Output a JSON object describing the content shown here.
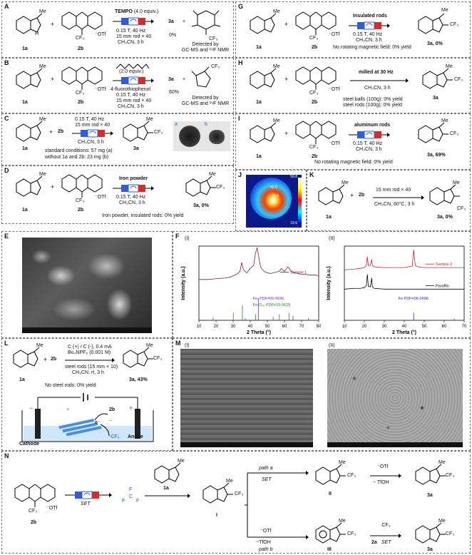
{
  "labels": {
    "indole": "1a",
    "salt": "2b",
    "product": "3a",
    "plus": "+",
    "me": "Me",
    "cf3": "CF₃",
    "otf": "⁻OTf",
    "nh": "H"
  },
  "panelA": {
    "letter": "A",
    "reagent": "TEMPO",
    "equiv": "(4.0 equiv.)",
    "cond1": "0.15 T, 40 Hz",
    "cond2": "15 mm rod × 40",
    "cond3": "CH₃CN, 3 h",
    "yield": "0%",
    "note1": "Detected by",
    "note2": "GC-MS and ¹⁹F NMR"
  },
  "panelB": {
    "letter": "B",
    "equiv": "(2.0 equiv.)",
    "reagent": "4-fluorothiophenol",
    "cond1": "0.15 T, 40 Hz",
    "cond2": "15 mm rod × 40",
    "cond3": "CH₃CN, 3 h",
    "yield": "60%",
    "note1": "Detected by",
    "note2": "GC-MS and ¹⁹F NMR"
  },
  "panelC": {
    "letter": "C",
    "cond1": "0.15 T, 40 Hz",
    "cond2": "15 mm rod × 40",
    "cond3": "CH₃CN, 3 h",
    "note1": "standard conditions: 57 mg (a)",
    "note2": "without 1a and 2b: 23 mg (b)",
    "photo_a": "a",
    "photo_b": "b"
  },
  "panelD": {
    "letter": "D",
    "reagent": "Iron powder",
    "cond1": "0.15 T, 40 Hz",
    "cond2": "CH₃CN, 3 h",
    "product": "3a, 0%",
    "note": "Iron powder, insulated rods: 0% yield"
  },
  "panelE": {
    "letter": "E"
  },
  "panelF": {
    "letter": "F",
    "sub1": "(I)",
    "sub2": "(II)"
  },
  "panelG": {
    "letter": "G",
    "reagent": "Insulated rods",
    "cond1": "0.15 T, 40 Hz",
    "cond2": "CH₃CN, 3 h",
    "product": "3a, 0%",
    "note": "No rotating magnetic field: 0% yield"
  },
  "panelH": {
    "letter": "H",
    "reagent": "milled at 30 Hz",
    "cond1": "CH₃CN, 3 h",
    "note1": "steel balls (100g): 0% yield",
    "note2": "steel rods (100g): 0% yield"
  },
  "panelI": {
    "letter": "I",
    "reagent": "aluminum rods",
    "cond1": "0.15 T, 40 Hz",
    "cond2": "CH₃CN, 3 h",
    "product": "3a, 69%",
    "note": "No rotating magnetic field: 0% yield"
  },
  "panelJ": {
    "letter": "J",
    "scale_top": "59.8",
    "scale_bottom": "19.6",
    "label1": "42.0",
    "label2": "38.0"
  },
  "panelK": {
    "letter": "K",
    "cond1": "15 mm rod × 40",
    "cond2": "CH₃CN, 60°C, 3 h",
    "product": "3a, 0%"
  },
  "panelL": {
    "letter": "L",
    "cond1": "C (+) / C (-), 0.4 mA",
    "cond2": "Bu₄NPF₆ (0.001 M)",
    "cond3": "steel rods (15 mm × 10)",
    "cond4": "CH₃CN, rt, 3 h",
    "product": "3a, 43%",
    "note": "No steel rods: 0% yield",
    "cathode": "Cathode",
    "anode": "Anode",
    "salt": "2b",
    "electron": "e⁻",
    "cf3": "·CF₃",
    "plus": "+",
    "minus": "−"
  },
  "panelM": {
    "letter": "M",
    "sub1": "(I)",
    "sub2": "(II)"
  },
  "panelN": {
    "letter": "N",
    "set": "SET",
    "path_a": "path a",
    "path_b": "path b",
    "set_a": "SET",
    "set_b": "SET",
    "otf_a": "⁻OTf",
    "tfoh_a": "− TfOH",
    "otf_b": "⁻OTf",
    "tfoh_b": "−TfOH",
    "radical_cf3": "·CF₃",
    "int1": "I",
    "int2": "II",
    "int3": "III",
    "reagent_2a": "2a",
    "cf3_radical_top": "F",
    "cf3_radical_mid": "C",
    "cf3_radical_f2": "F",
    "cf3_radical_f3": "F"
  },
  "chart_data": [
    {
      "type": "line",
      "xlabel": "2 Theta (°)",
      "ylabel": "Intensity (a.u.)",
      "xlim": [
        10,
        80
      ],
      "xticks": [
        10,
        20,
        30,
        40,
        50,
        60,
        70,
        80
      ],
      "series": [
        {
          "name": "Sample 1",
          "x": [
            10,
            15,
            20,
            25,
            28,
            30,
            32,
            34,
            35,
            36,
            38,
            40,
            42,
            43,
            44,
            45,
            46,
            48,
            50,
            52,
            55,
            57,
            58,
            60,
            62,
            64,
            66,
            68,
            70,
            72,
            75,
            78,
            80
          ],
          "y": [
            0.55,
            0.55,
            0.56,
            0.57,
            0.58,
            0.6,
            0.62,
            0.66,
            0.78,
            0.68,
            0.64,
            0.7,
            0.74,
            0.9,
            0.98,
            0.85,
            0.72,
            0.66,
            0.64,
            0.63,
            0.65,
            0.66,
            0.7,
            0.66,
            0.72,
            0.66,
            0.64,
            0.63,
            0.62,
            0.62,
            0.61,
            0.61,
            0.6
          ]
        }
      ],
      "references": [
        {
          "name": "Fe, PDF#06-0696",
          "color": "#6b2fb0",
          "positions": [
            44.7,
            65.0
          ],
          "heights": [
            0.3,
            0.06
          ]
        },
        {
          "name": "Fe₃O₄, PDF#19-0629",
          "color": "#1e8a1e",
          "positions": [
            18.3,
            30.1,
            35.4,
            37.1,
            43.1,
            53.4,
            57.0,
            62.6,
            74.0
          ],
          "heights": [
            0.04,
            0.1,
            0.2,
            0.03,
            0.08,
            0.05,
            0.08,
            0.1,
            0.03
          ]
        }
      ]
    },
    {
      "type": "line",
      "xlabel": "2 Theta (°)",
      "ylabel": "Intensity (a.u.)",
      "xlim": [
        10,
        70
      ],
      "xticks": [
        10,
        20,
        30,
        40,
        50,
        60,
        70
      ],
      "series": [
        {
          "name": "Sample 2",
          "x": [
            10,
            15,
            18,
            20,
            21,
            21.5,
            22,
            23,
            23.7,
            24,
            25,
            30,
            35,
            40,
            44,
            44.7,
            45.5,
            47,
            50,
            55,
            60,
            65,
            70
          ],
          "y": [
            0.68,
            0.69,
            0.7,
            0.71,
            0.74,
            0.86,
            0.74,
            0.74,
            0.82,
            0.74,
            0.72,
            0.71,
            0.71,
            0.71,
            0.73,
            0.95,
            0.74,
            0.72,
            0.71,
            0.71,
            0.71,
            0.71,
            0.71
          ]
        },
        {
          "name": "Paraffin",
          "x": [
            10,
            15,
            18,
            20,
            21,
            21.5,
            22,
            23,
            23.7,
            24,
            25,
            30,
            35,
            40,
            45,
            50,
            55,
            60,
            65,
            70
          ],
          "y": [
            0.42,
            0.43,
            0.43,
            0.44,
            0.47,
            0.62,
            0.46,
            0.45,
            0.57,
            0.45,
            0.43,
            0.42,
            0.42,
            0.42,
            0.42,
            0.42,
            0.42,
            0.42,
            0.42,
            0.42
          ]
        }
      ],
      "references": [
        {
          "name": "Fe PDF#06-0696",
          "color": "#2a2aa0",
          "positions": [
            44.7,
            65.0
          ],
          "heights": [
            0.1,
            0.02
          ]
        }
      ]
    }
  ]
}
